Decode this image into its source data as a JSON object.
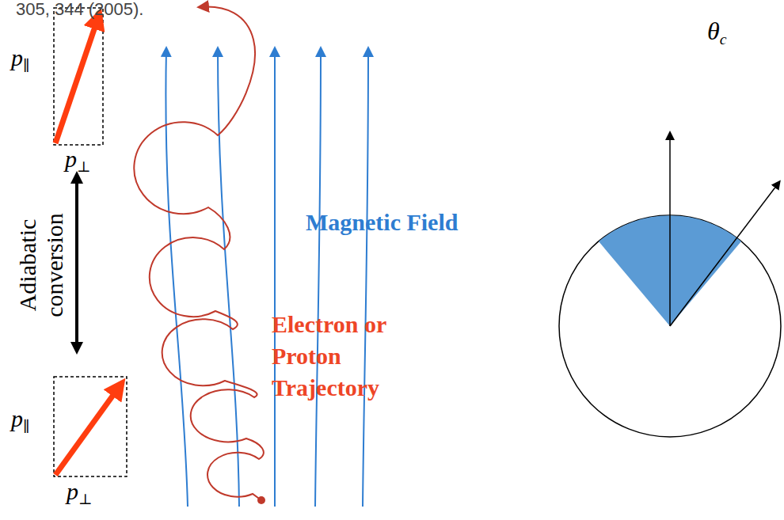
{
  "diagram": {
    "labels": [
      "305, 344 (2005).",
      "p∥",
      "p⊥",
      "Adiabatic conversion",
      "p∥",
      "p⊥",
      "Magnetic Field",
      "Electron or Proton Trajectory",
      "θc"
    ]
  }
}
